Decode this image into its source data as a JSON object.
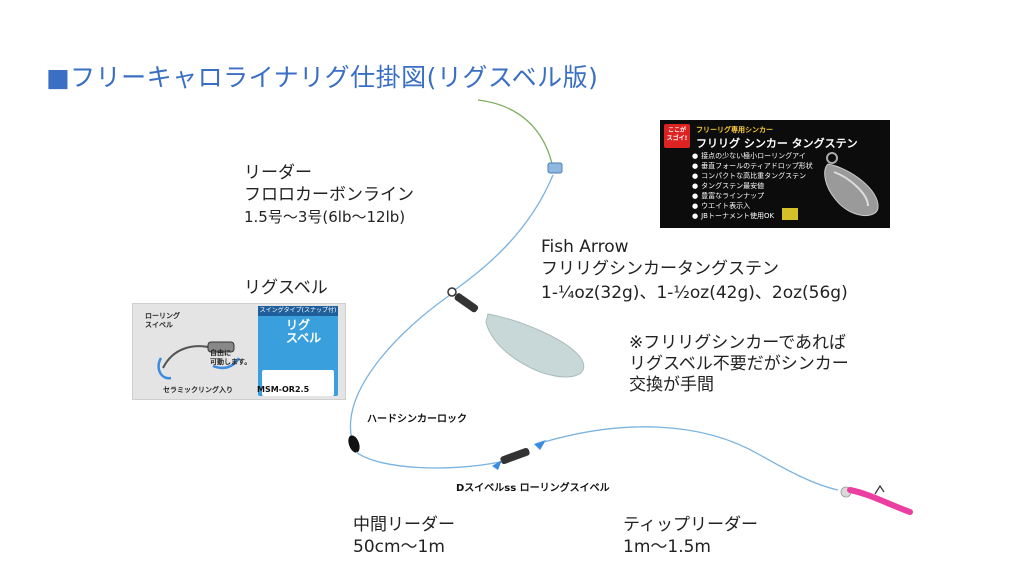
{
  "title": "■フリーキャロライナリグ仕掛図(リグスベル版)",
  "leader": {
    "name": "リーダー",
    "type": "フロロカーボンライン",
    "spec": "1.5号〜3号(6lb〜12lb)"
  },
  "swivel": {
    "name": "リグスベル"
  },
  "sinker": {
    "brand": "Fish Arrow",
    "name": "フリリグシンカータングステン",
    "weights": "1-¼oz(32g)、1-½oz(42g)、2oz(56g)"
  },
  "note": {
    "lines": [
      "※フリリグシンカーであれば",
      "リグスベル不要だがシンカー",
      "交換が手間"
    ]
  },
  "parts": {
    "hard_sinker_lock": "ハードシンカーロック",
    "d_swivel": "Dスイベルss ローリングスイベル"
  },
  "middle_leader": {
    "name": "中間リーダー",
    "length": "50cm〜1m"
  },
  "tippet": {
    "name": "ティップリーダー",
    "length": "1m〜1.5m"
  },
  "product_left": {
    "text_rolling": "ローリング\nスイベル",
    "text_free": "自由に\n可動します。",
    "text_ceramic": "セラミックリング入り",
    "pkg_header": "スイングタイプ(スナップ付)",
    "pkg_brand": "リグ\nスベル",
    "code": "MSM-OR2.5"
  },
  "product_right": {
    "badge": "ここが\nスゴイ!",
    "subtitle": "フリーリグ専用シンカー",
    "name": "フリリグ シンカー タングステン",
    "features": [
      "接点の少ない極小ローリングアイ",
      "垂直フォールのティアドロップ形状",
      "コンパクトな高比重タングステン",
      "タングステン最安値",
      "豊富なラインナップ",
      "ウエイト表示入",
      "JBトーナメント使用OK"
    ]
  },
  "colors": {
    "title": "#3a6fc4",
    "line": "#7ab3e0",
    "main_line": "#7fae5e",
    "sinker": "#c8d8d8",
    "lure": "#ea3ea0"
  }
}
